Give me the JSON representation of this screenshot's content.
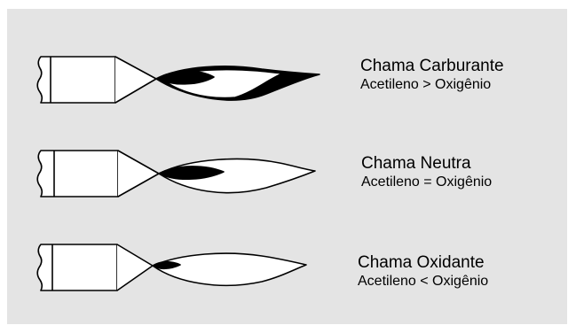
{
  "colors": {
    "background": "#ffffff",
    "panel": "#e4e4e4",
    "stroke": "#000000",
    "flame_fill": "#ffffff"
  },
  "flames": [
    {
      "title": "Chama Carburante",
      "subtitle": "Acetileno > Oxigênio"
    },
    {
      "title": "Chama Neutra",
      "subtitle": "Acetileno = Oxigênio"
    },
    {
      "title": "Chama Oxidante",
      "subtitle": "Acetileno < Oxigênio"
    }
  ]
}
